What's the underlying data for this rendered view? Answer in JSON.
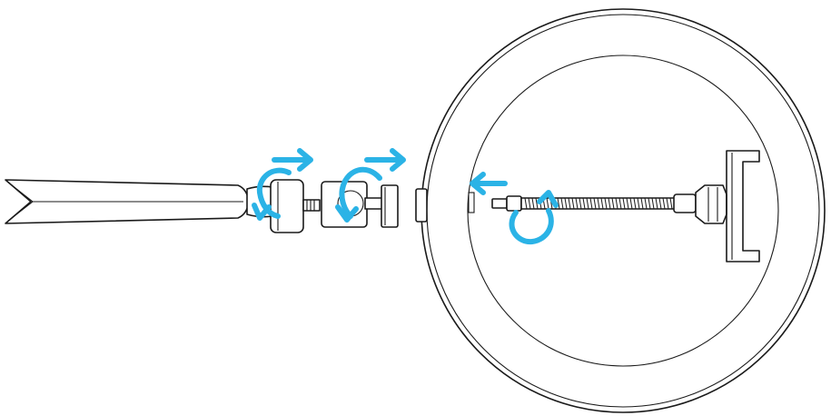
{
  "diagram": {
    "colors": {
      "line": "#1a1a1a",
      "accent": "#2bb3e6",
      "background": "#ffffff"
    },
    "parts": [
      "tripod-stand",
      "ball-head-mount",
      "ring-light",
      "gooseneck-phone-holder"
    ],
    "cues": [
      "push-right-arrow-icon",
      "rotate-clockwise-icon",
      "push-left-arrow-icon"
    ]
  }
}
